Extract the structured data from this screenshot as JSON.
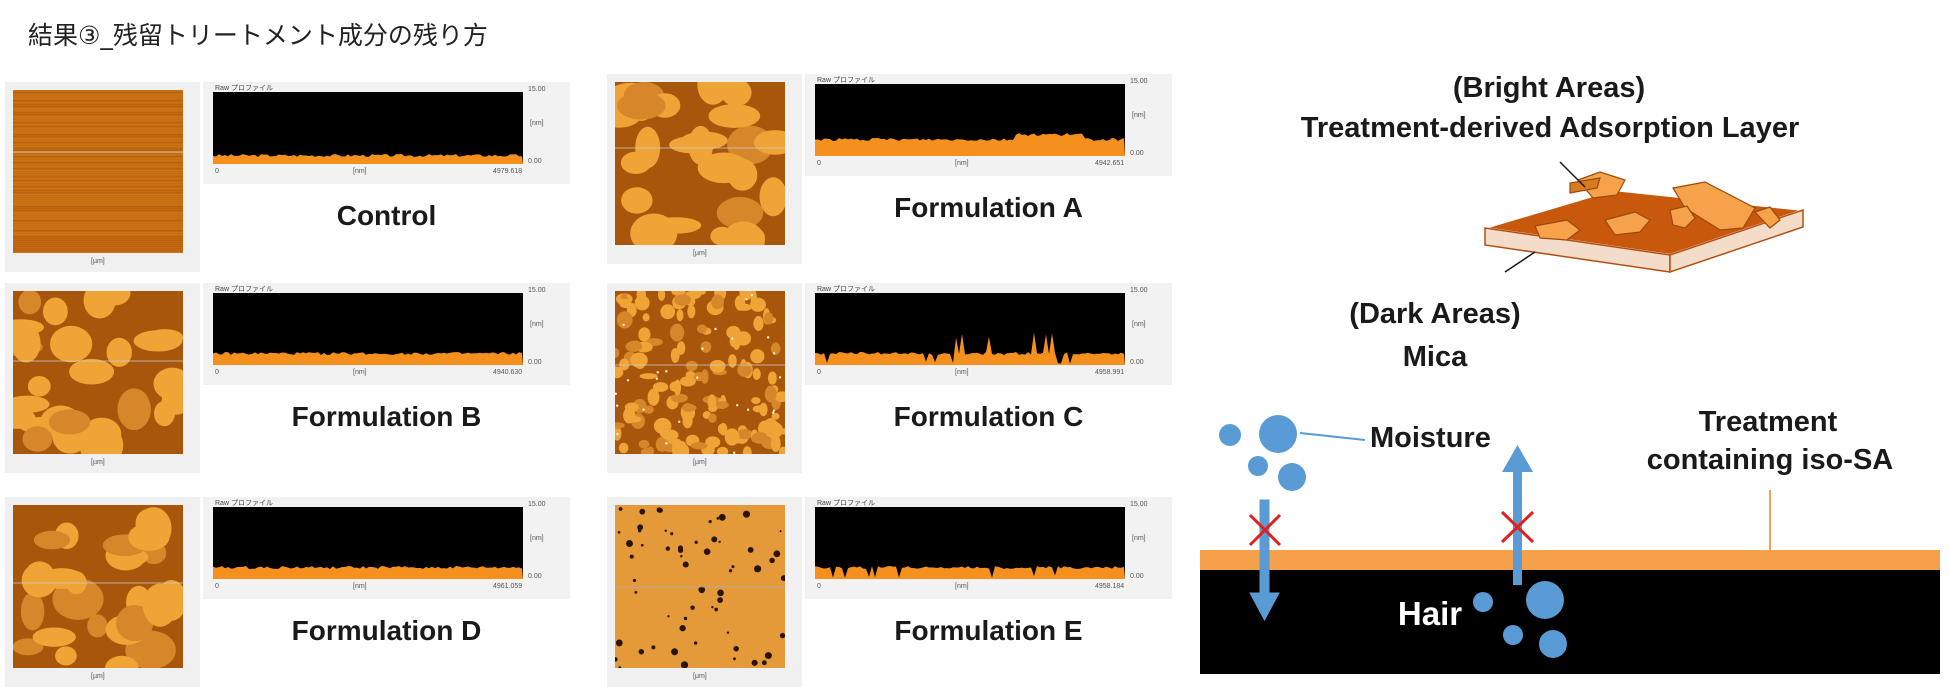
{
  "title": "結果③_残留トリートメント成分の残り方",
  "profile_header": "Raw プロファイル",
  "axis": {
    "x_unit": "[nm]",
    "y_unit": "[nm]",
    "x_start": "0",
    "y_max": "15.00",
    "y_min": "0.00",
    "afm_unit": "[µm]"
  },
  "panels": [
    {
      "label": "Control",
      "x_end": "4979.618",
      "coverage": 0.0
    },
    {
      "label": "Formulation A",
      "x_end": "4942.651",
      "coverage": 0.6
    },
    {
      "label": "Formulation B",
      "x_end": "4940.630",
      "coverage": 0.6
    },
    {
      "label": "Formulation C",
      "x_end": "4958.991",
      "coverage": 0.7
    },
    {
      "label": "Formulation D",
      "x_end": "4961.059",
      "coverage": 0.65
    },
    {
      "label": "Formulation E",
      "x_end": "4958.184",
      "coverage": 0.95
    }
  ],
  "diagram": {
    "bright_areas": "(Bright Areas)",
    "adsorption_layer": "Treatment-derived Adsorption Layer",
    "dark_areas": "(Dark Areas)",
    "mica": "Mica",
    "moisture": "Moisture",
    "treatment_line1": "Treatment",
    "treatment_line2": "containing iso-SA",
    "hair": "Hair"
  },
  "colors": {
    "afm_dark": "#b8620c",
    "afm_bright": "#f0a436",
    "profile_fill": "#f5901f",
    "adsorption_band": "#f5a04a",
    "hair": "#000000",
    "moisture": "#5b9bd5",
    "cross": "#e02020"
  }
}
